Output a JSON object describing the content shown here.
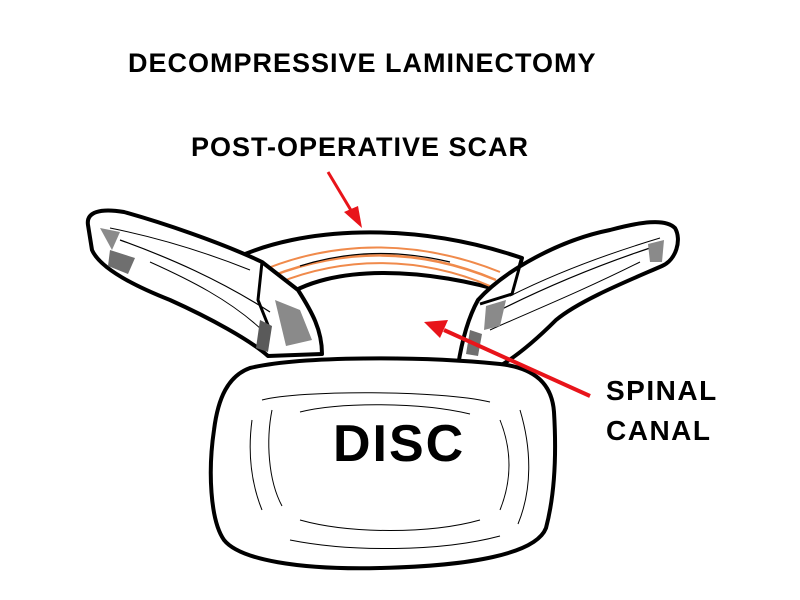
{
  "diagram": {
    "title": "DECOMPRESSIVE LAMINECTOMY",
    "labels": {
      "scar": "POST-OPERATIVE SCAR",
      "spinal_canal_line1": "SPINAL",
      "spinal_canal_line2": "CANAL",
      "disc": "DISC"
    },
    "colors": {
      "outline": "#000000",
      "fill": "#ffffff",
      "arrow": "#e8141a",
      "scar": "#f08a4b",
      "shading": "#8a8a8a"
    }
  }
}
